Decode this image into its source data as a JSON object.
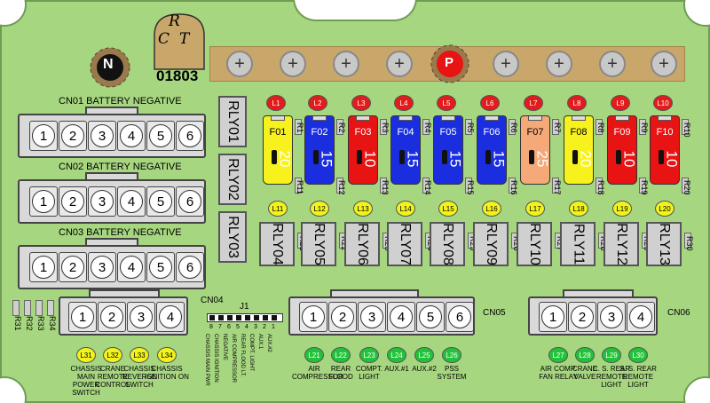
{
  "board": {
    "logo_letters": [
      "R",
      "C",
      "T"
    ],
    "part_number": "01803",
    "terminal_n": "N",
    "terminal_p": "P",
    "bus_plus_symbol": "+",
    "colors": {
      "board": "#a7d680",
      "bus": "#c9a76a",
      "led_red": "#e31b1b",
      "led_yellow": "#f2f21c",
      "led_green": "#22c33a"
    }
  },
  "connectors": {
    "cn01": {
      "title": "CN01 BATTERY NEGATIVE",
      "pins": [
        "1",
        "2",
        "3",
        "4",
        "5",
        "6"
      ]
    },
    "cn02": {
      "title": "CN02 BATTERY NEGATIVE",
      "pins": [
        "1",
        "2",
        "3",
        "4",
        "5",
        "6"
      ]
    },
    "cn03": {
      "title": "CN03 BATTERY NEGATIVE",
      "pins": [
        "1",
        "2",
        "3",
        "4",
        "5",
        "6"
      ]
    },
    "cn04": {
      "title": "CN04",
      "pins": [
        "1",
        "2",
        "3",
        "4"
      ]
    },
    "cn05": {
      "title": "CN05",
      "pins": [
        "1",
        "2",
        "3",
        "4",
        "5",
        "6"
      ]
    },
    "cn06": {
      "title": "CN06",
      "pins": [
        "1",
        "2",
        "3",
        "4"
      ]
    }
  },
  "side_relays": [
    "RLY01",
    "RLY02",
    "RLY03"
  ],
  "fuses": [
    {
      "id": "F01",
      "amp": "20",
      "color": "#f7f21e",
      "led": "L1",
      "led_low": "L11",
      "res": "R1",
      "res_low": "R11"
    },
    {
      "id": "F02",
      "amp": "15",
      "color": "#1a2ee0",
      "led": "L2",
      "led_low": "L12",
      "res": "R2",
      "res_low": "R12"
    },
    {
      "id": "F03",
      "amp": "10",
      "color": "#e81313",
      "led": "L3",
      "led_low": "L13",
      "res": "R3",
      "res_low": "R13"
    },
    {
      "id": "F04",
      "amp": "15",
      "color": "#1a2ee0",
      "led": "L4",
      "led_low": "L14",
      "res": "R4",
      "res_low": "R14"
    },
    {
      "id": "F05",
      "amp": "15",
      "color": "#1a2ee0",
      "led": "L5",
      "led_low": "L15",
      "res": "R5",
      "res_low": "R15"
    },
    {
      "id": "F06",
      "amp": "15",
      "color": "#1a2ee0",
      "led": "L6",
      "led_low": "L16",
      "res": "R6",
      "res_low": "R16"
    },
    {
      "id": "F07",
      "amp": "25",
      "color": "#f5a878",
      "led": "L7",
      "led_low": "L17",
      "res": "R7",
      "res_low": "R17"
    },
    {
      "id": "F08",
      "amp": "20",
      "color": "#f7f21e",
      "led": "L8",
      "led_low": "L18",
      "res": "R8",
      "res_low": "R18"
    },
    {
      "id": "F09",
      "amp": "10",
      "color": "#e81313",
      "led": "L9",
      "led_low": "L19",
      "res": "R9",
      "res_low": "R19"
    },
    {
      "id": "F10",
      "amp": "10",
      "color": "#e81313",
      "led": "L10",
      "led_low": "L20",
      "res": "R10",
      "res_low": "R20"
    }
  ],
  "bottom_relays": [
    {
      "id": "RLY04",
      "res": "R21"
    },
    {
      "id": "RLY05",
      "res": "R22"
    },
    {
      "id": "RLY06",
      "res": "R23"
    },
    {
      "id": "RLY07",
      "res": "R24"
    },
    {
      "id": "RLY08",
      "res": "R25"
    },
    {
      "id": "RLY09",
      "res": "R26"
    },
    {
      "id": "RLY10",
      "res": "R27"
    },
    {
      "id": "RLY11",
      "res": "R28"
    },
    {
      "id": "RLY12",
      "res": "R29"
    },
    {
      "id": "RLY13",
      "res": "R30"
    }
  ],
  "left_resistors": [
    "R31",
    "R32",
    "R33",
    "R34"
  ],
  "j1": {
    "title": "J1",
    "pin_numbers": [
      "8",
      "7",
      "6",
      "5",
      "4",
      "3",
      "2",
      "1"
    ],
    "labels": [
      "CHASSIS MAIN PWR",
      "CHASSIS IGNITION",
      "NEGATIVE",
      "AIR COMPRESSOR",
      "REAR FLOOD LT.",
      "COMPT. LIGHT",
      "AUX.1",
      "AUX.#2"
    ]
  },
  "status_leds": [
    {
      "id": "L31",
      "color": "yellow",
      "label": "CHASSIS MAIN POWER SWITCH"
    },
    {
      "id": "L32",
      "color": "yellow",
      "label": "CRANE REMOTE CONTROL"
    },
    {
      "id": "L33",
      "color": "yellow",
      "label": "CHASSIS REVERSE SWITCH"
    },
    {
      "id": "L34",
      "color": "yellow",
      "label": "CHASSIS IGNITION ON"
    },
    {
      "id": "L21",
      "color": "green",
      "label": "AIR COMPRESSOR"
    },
    {
      "id": "L22",
      "color": "green",
      "label": "REAR FLOOD"
    },
    {
      "id": "L23",
      "color": "green",
      "label": "COMPT. LIGHT"
    },
    {
      "id": "L24",
      "color": "green",
      "label": "AUX.#1"
    },
    {
      "id": "L25",
      "color": "green",
      "label": "AUX.#2"
    },
    {
      "id": "L26",
      "color": "green",
      "label": "PSS SYSTEM"
    },
    {
      "id": "L27",
      "color": "green",
      "label": "AIR COMP. FAN RELAY"
    },
    {
      "id": "L28",
      "color": "green",
      "label": "CRANE VALVE"
    },
    {
      "id": "L29",
      "color": "green",
      "label": "C. S. REAR REMOTE LIGHT"
    },
    {
      "id": "L30",
      "color": "green",
      "label": "S. S. REAR REMOTE LIGHT"
    }
  ]
}
